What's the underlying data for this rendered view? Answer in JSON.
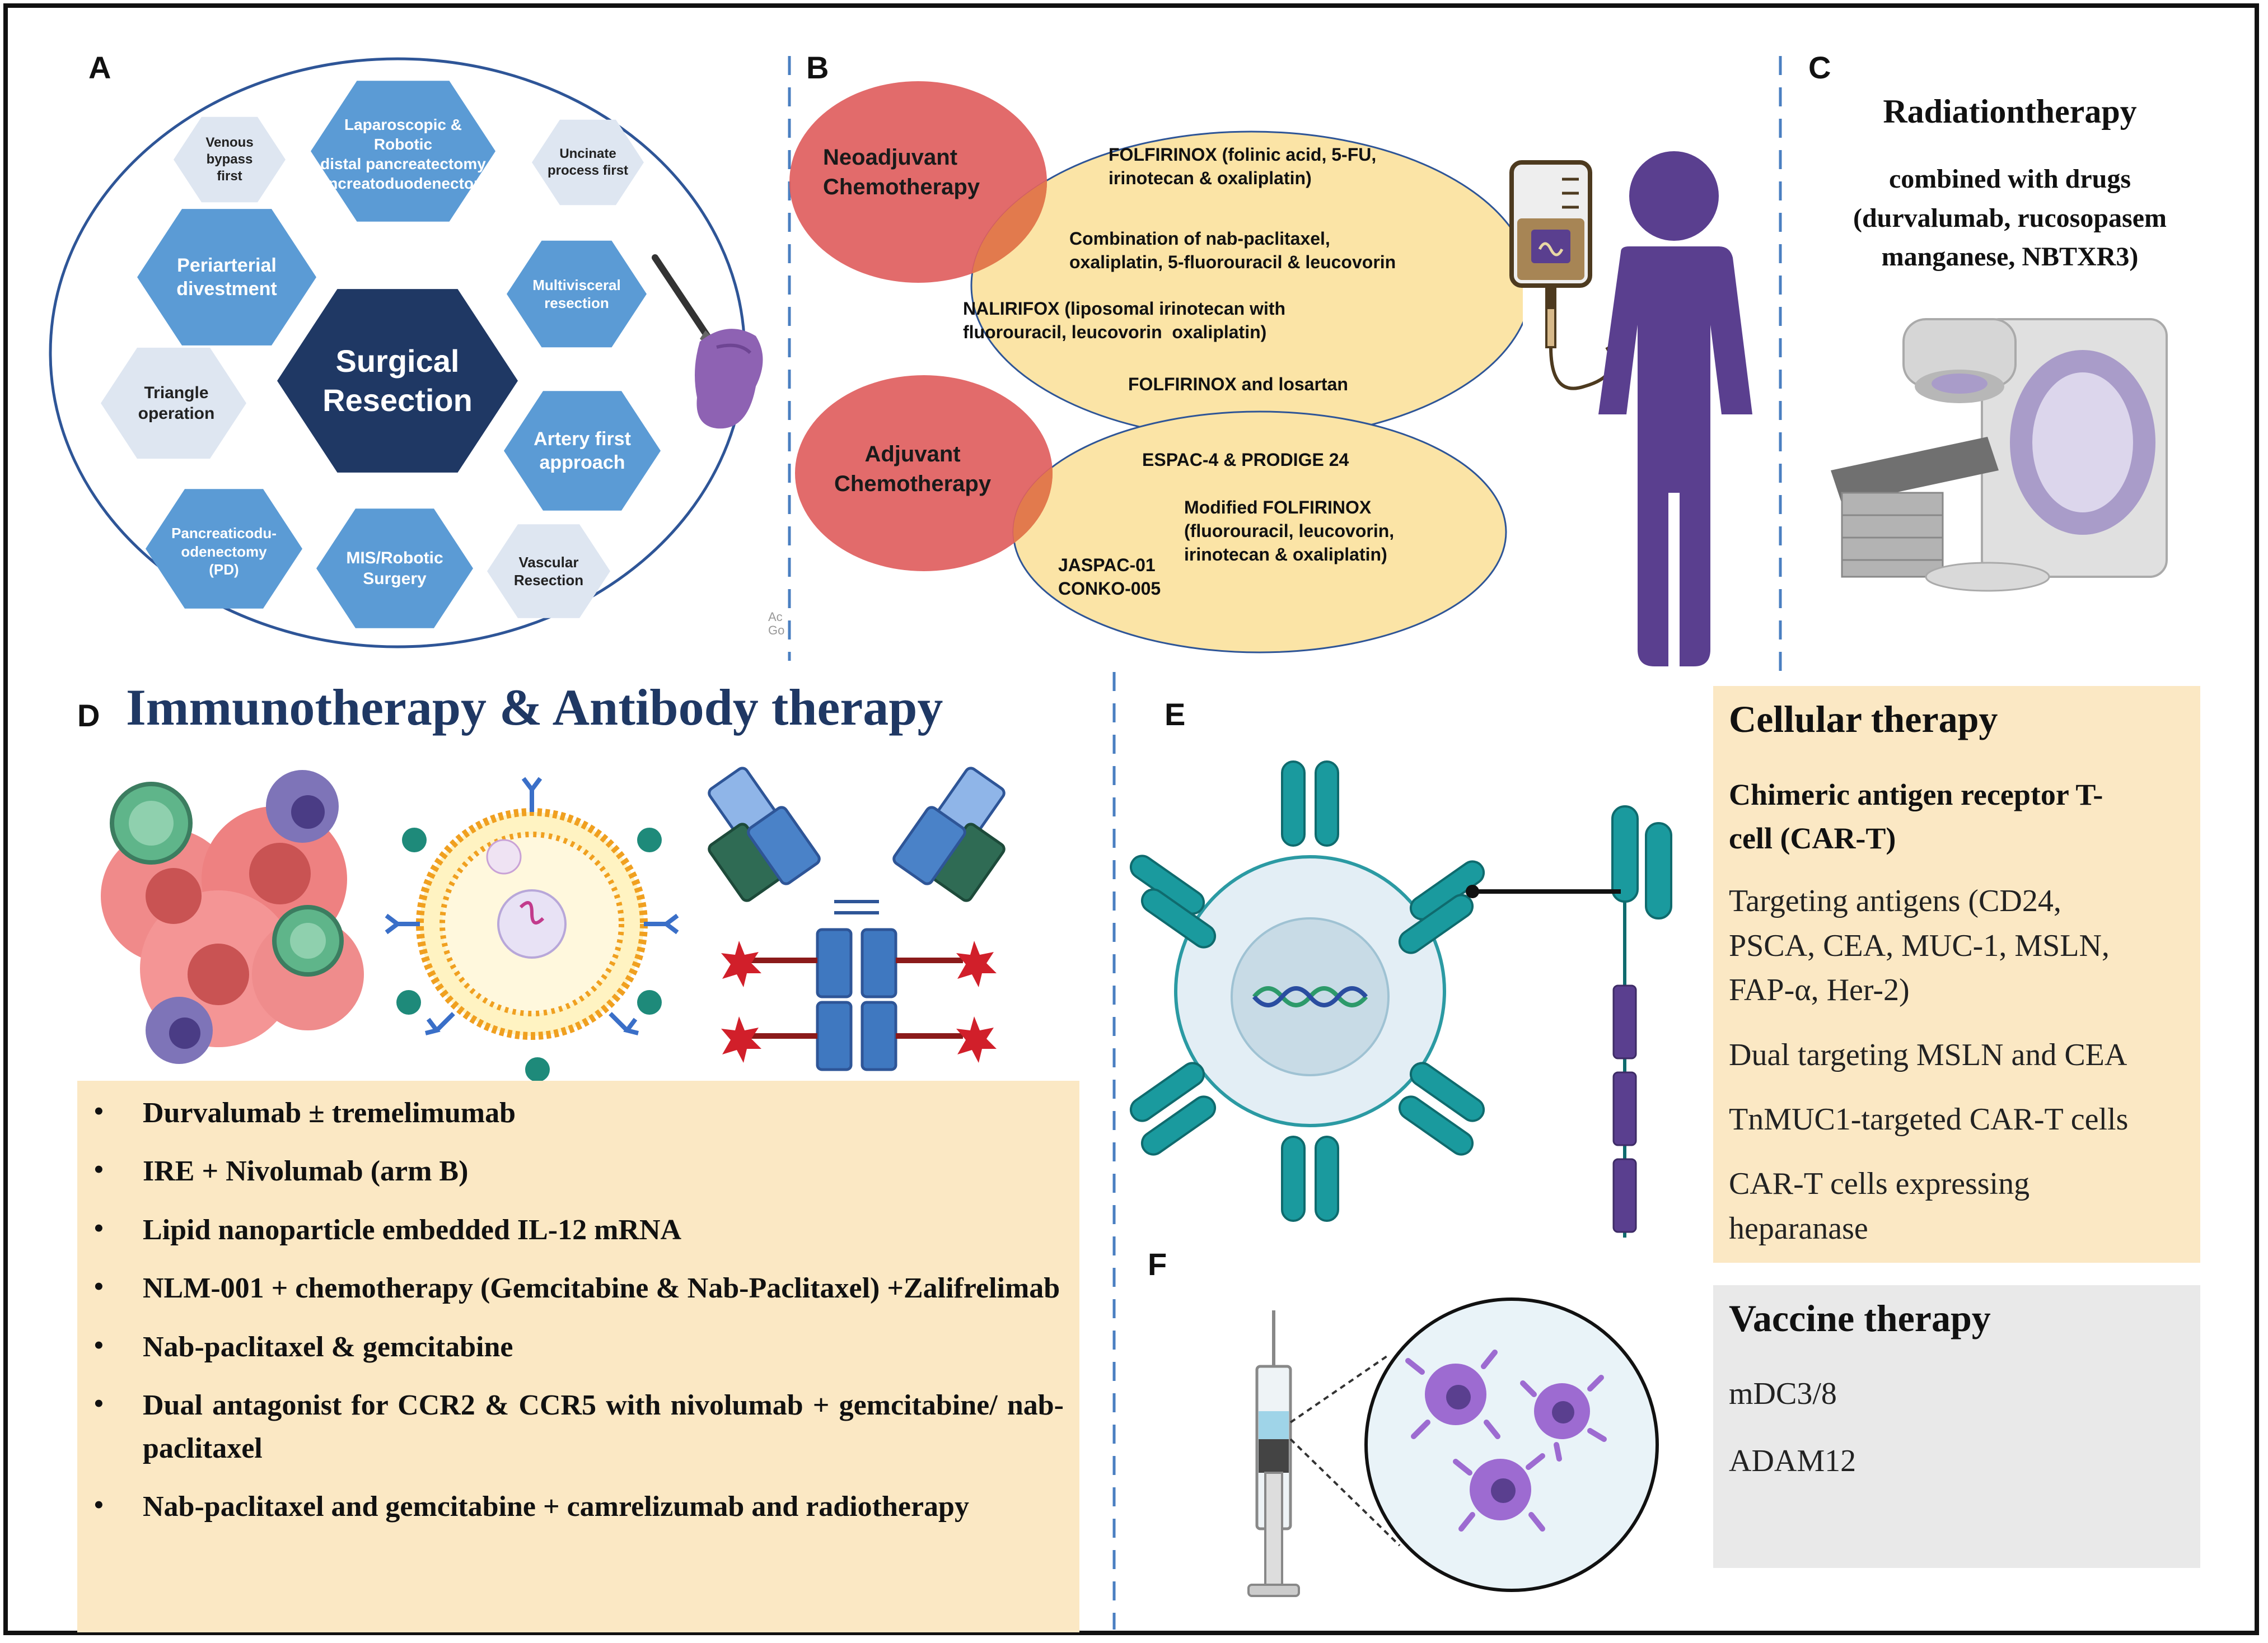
{
  "panels": {
    "a": {
      "letter": "A",
      "center": "Surgical\nResection",
      "hexes": [
        "Laparoscopic &\nRobotic\ndistal pancreatectomy\npancreatoduodenectomy",
        "Venous\nbypass\nfirst",
        "Uncinate\nprocess first",
        "Periarterial\ndivestment",
        "Multivisceral\nresection",
        "Triangle\noperation",
        "Artery first\napproach",
        "Pancreaticodu-\nodenectomy\n(PD)",
        "MIS/Robotic\nSurgery",
        "Vascular\nResection"
      ],
      "watermark": "Ac\nGo"
    },
    "b": {
      "letter": "B",
      "neo_label": "Neoadjuvant\nChemotherapy",
      "neo_items": [
        "FOLFIRINOX (folinic acid, 5-FU,\nirinotecan & oxaliplatin)",
        "Combination of nab-paclitaxel,\noxaliplatin, 5-fluorouracil & leucovorin",
        "NALIRIFOX (liposomal irinotecan with\nfluorouracil, leucovorin  oxaliplatin)",
        "FOLFIRINOX and losartan"
      ],
      "adj_label": "Adjuvant\nChemotherapy",
      "adj_items": [
        "ESPAC-4 & PRODIGE 24",
        "Modified FOLFIRINOX\n(fluorouracil, leucovorin,\nirinotecan & oxaliplatin)",
        "JASPAC-01\nCONKO-005"
      ]
    },
    "c": {
      "letter": "C",
      "title": "Radiationtherapy",
      "subtitle": "combined with drugs\n(durvalumab, rucosopasem\nmanganese, NBTXR3)"
    },
    "d": {
      "letter": "D",
      "title": "Immunotherapy & Antibody therapy",
      "items": [
        "Durvalumab ± tremelimumab",
        "IRE + Nivolumab (arm B)",
        "Lipid nanoparticle embedded IL-12 mRNA",
        "NLM-001 + chemotherapy (Gemcitabine & Nab-Paclitaxel) +Zalifrelimab",
        "Nab-paclitaxel & gemcitabine",
        "Dual antagonist for CCR2 & CCR5 with nivolumab + gemcitabine/ nab-paclitaxel",
        "Nab-paclitaxel and gemcitabine + camrelizumab and radiotherapy"
      ],
      "bullet": "•"
    },
    "e": {
      "letter": "E"
    },
    "f": {
      "letter": "F"
    },
    "cellular": {
      "title": "Cellular therapy",
      "subtitle": "Chimeric antigen receptor T-\ncell (CAR-T)",
      "items": [
        "Targeting antigens (CD24,\nPSCA, CEA, MUC-1, MSLN,\nFAP-α, Her-2)",
        "Dual targeting MSLN and CEA",
        "TnMUC1-targeted CAR-T cells",
        "CAR-T cells expressing\nheparanase"
      ]
    },
    "vaccine": {
      "title": "Vaccine therapy",
      "items": [
        "mDC3/8",
        "ADAM12"
      ]
    }
  },
  "colors": {
    "hex_blue": "#5b9bd5",
    "hex_light": "#dee6f1",
    "hex_dark": "#1f3864",
    "red_ellipse": "#e05e5e",
    "yellow_ellipse": "#fbe4a6",
    "peach_box": "#fbe8c4",
    "gray_box": "#e9e9e9",
    "purple": "#5a3f8f",
    "teal": "#1a9a9e",
    "title_navy": "#1f3864"
  }
}
